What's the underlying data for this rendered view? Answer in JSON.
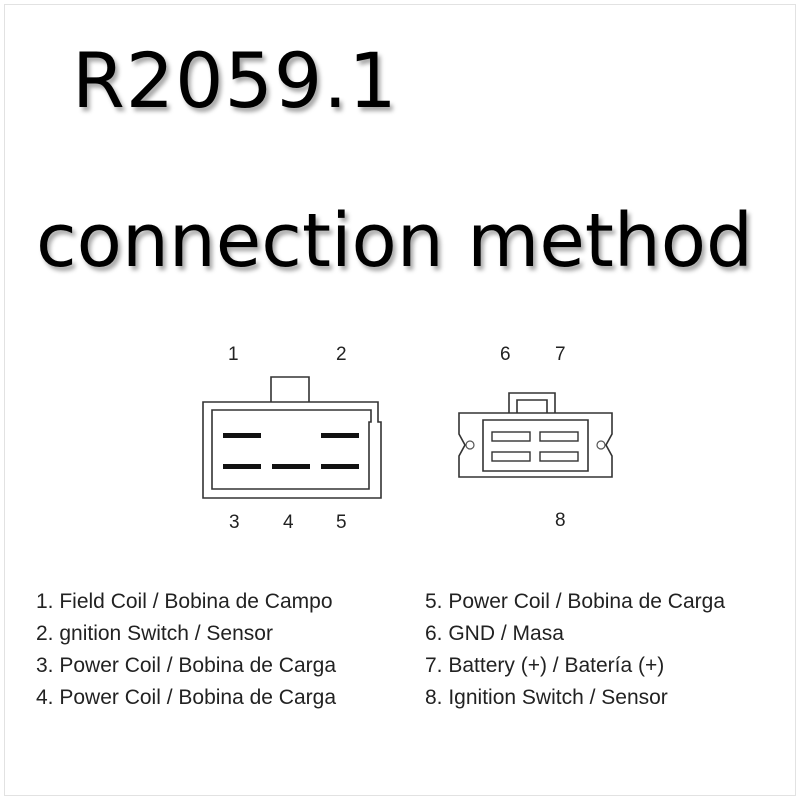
{
  "title": {
    "part_number": "R2059.1",
    "subtitle": "connection method"
  },
  "connectors": {
    "left": {
      "top_labels": [
        "1",
        "2"
      ],
      "bottom_labels": [
        "3",
        "4",
        "5"
      ]
    },
    "right": {
      "top_labels": [
        "6",
        "7"
      ],
      "bottom_labels": [
        "8"
      ]
    }
  },
  "legend": {
    "left": [
      "1. Field Coil / Bobina de Campo",
      "2. gnition Switch / Sensor",
      "3. Power Coil / Bobina de Carga",
      "4. Power Coil / Bobina de Carga"
    ],
    "right": [
      "5. Power Coil / Bobina de Carga",
      "6. GND / Masa",
      "7. Battery (+) / Batería (+)",
      "8. Ignition Switch / Sensor"
    ]
  }
}
